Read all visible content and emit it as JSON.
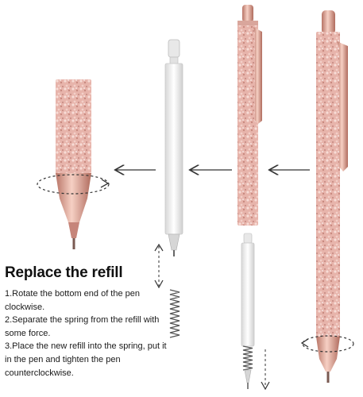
{
  "instructions": {
    "title": "Replace the refill",
    "steps": [
      "1.Rotate the bottom end of the pen clockwise.",
      "2.Separate the spring from the refill with some force.",
      "3.Place the new refill into the spring, put it in the pen and tighten the pen counterclockwise."
    ]
  },
  "colors": {
    "rose_gold": "#e8b2a8",
    "glitter_light": "#f3d2cc",
    "glitter_dark": "#c98a80",
    "metal": "#d89888",
    "refill": "#f2f2f2",
    "arrow": "#333333"
  }
}
